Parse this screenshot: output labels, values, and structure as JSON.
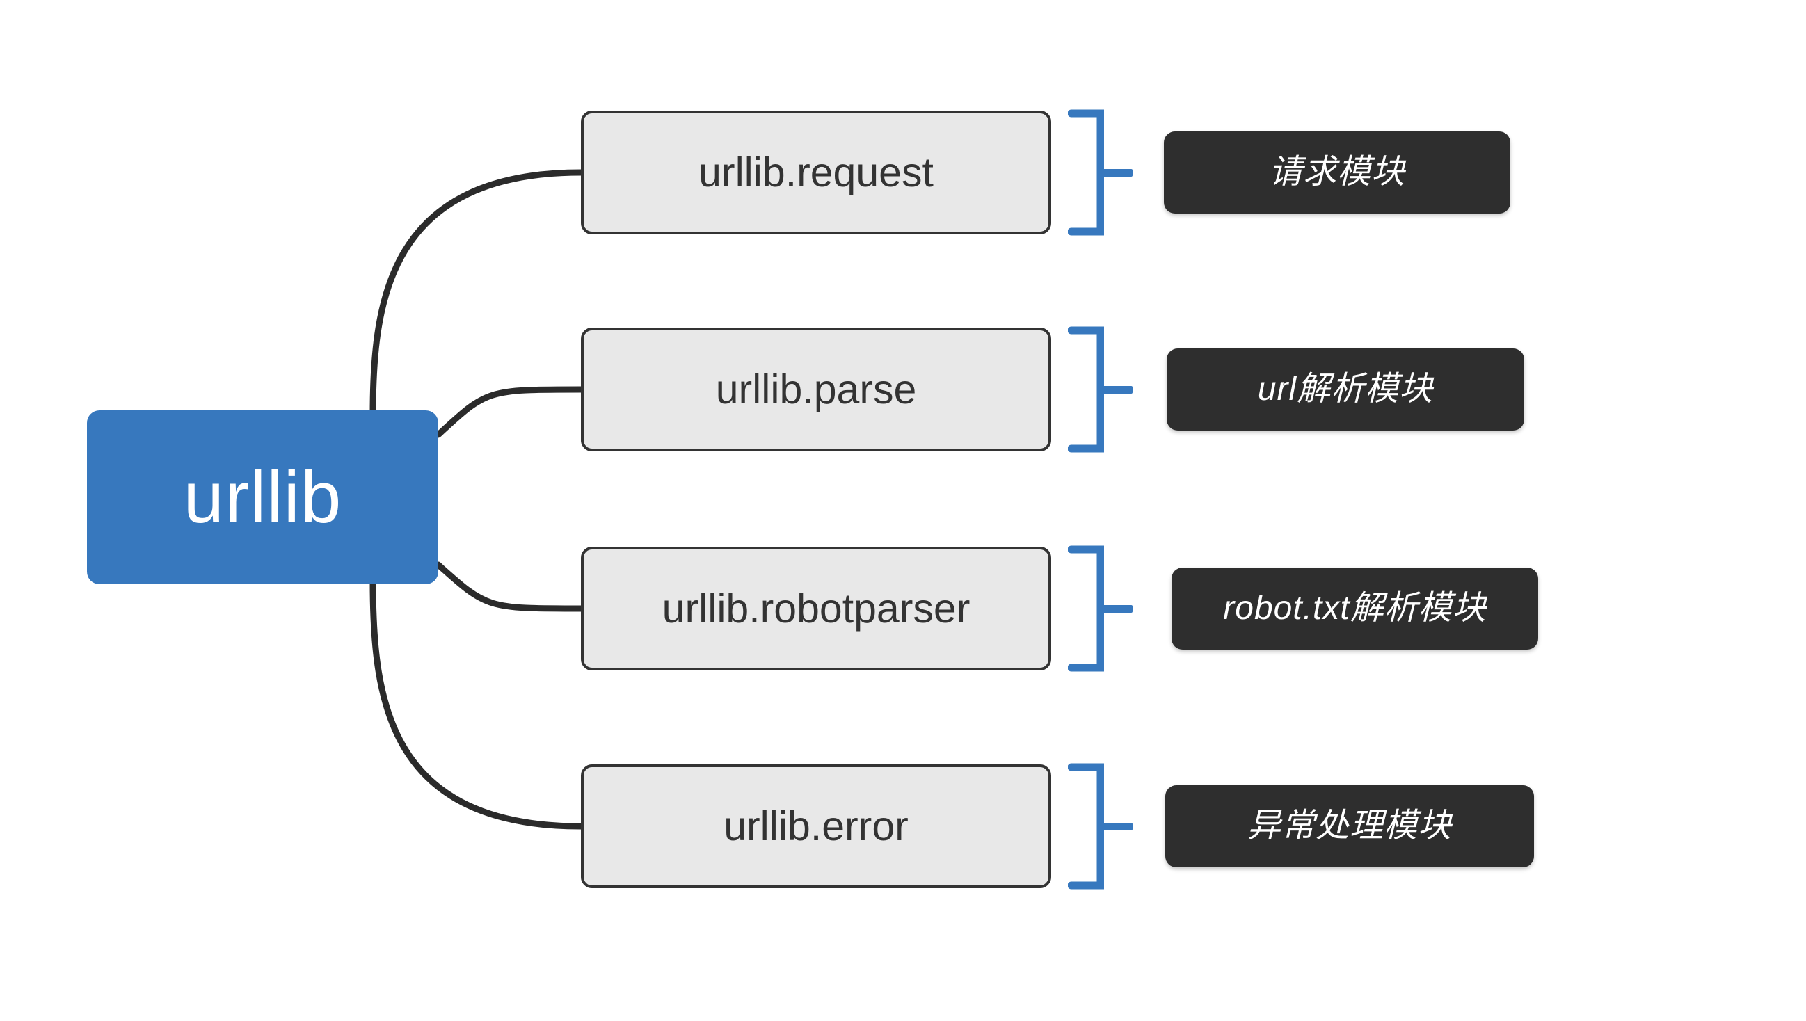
{
  "diagram": {
    "type": "mind-map",
    "background_color": "#FFFFFF",
    "root": {
      "label": "urllib",
      "fill_color": "#3778BE",
      "text_color": "#FFFFFF"
    },
    "branches": [
      {
        "module": "urllib.request",
        "description": "请求模块",
        "module_fill": "#E8E8E8",
        "module_border": "#333333",
        "bracket_color": "#3778BE",
        "description_fill": "#2E2E2E",
        "description_text_color": "#FFFFFF"
      },
      {
        "module": "urllib.parse",
        "description": "url解析模块",
        "module_fill": "#E8E8E8",
        "module_border": "#333333",
        "bracket_color": "#3778BE",
        "description_fill": "#2E2E2E",
        "description_text_color": "#FFFFFF"
      },
      {
        "module": "urllib.robotparser",
        "description": "robot.txt解析模块",
        "module_fill": "#E8E8E8",
        "module_border": "#333333",
        "bracket_color": "#3778BE",
        "description_fill": "#2E2E2E",
        "description_text_color": "#FFFFFF"
      },
      {
        "module": "urllib.error",
        "description": "异常处理模块",
        "module_fill": "#E8E8E8",
        "module_border": "#333333",
        "bracket_color": "#3778BE",
        "description_fill": "#2E2E2E",
        "description_text_color": "#FFFFFF"
      }
    ]
  }
}
